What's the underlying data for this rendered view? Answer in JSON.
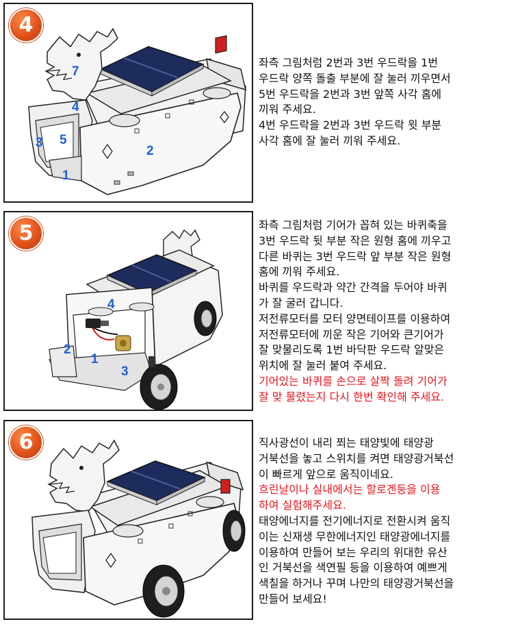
{
  "colors": {
    "badge": "#e0531b",
    "label": "#1f5fd6",
    "warning": "#e8141c",
    "text": "#111111",
    "border": "#1a1a1a"
  },
  "steps": [
    {
      "number": "4",
      "labels": [
        "7",
        "4",
        "3",
        "5",
        "2",
        "1"
      ],
      "lines": [
        "좌측 그림처럼 2번과 3번 우드락을 1번",
        "우드락 양쪽 돌출 부분에 잘 눌러 끼우면서",
        "5번 우드락을 2번과 3번 앞쪽 사각 홈에",
        "끼워 주세요.",
        "4번 우드락을 2번과 3번 우드락 윗 부분",
        "사각 홈에 잘 눌러 끼워 주세요."
      ],
      "warning_lines": []
    },
    {
      "number": "5",
      "labels": [
        "4",
        "2",
        "1",
        "3"
      ],
      "lines": [
        "좌측 그림처럼 기어가 꼽혀 있는 바퀴축을",
        "3번 우드락 뒷 부분 작은 원형 홈에 끼우고",
        "다른 바퀴는 3번 우드락 앞 부분 작은 원형",
        "홈에 끼워 주세요.",
        "바퀴를 우드락과 약간 간격을 두어야 바퀴",
        "가 잘 굴러 갑니다.",
        "저전류모터를 모터 양면테이프를 이용하여",
        "저전류모터에 끼운 작은 기어와 큰기어가",
        "잘 맞물리도록 1번 바닥판 우드락 알맞은",
        "위치에 잘 눌러 붙여 주세요."
      ],
      "warning_lines": [
        "기어있는 바퀴를 손으로 살짝 돌려 기어가",
        "잘 맞 물렸는지 다시 한번 확인해 주세요."
      ]
    },
    {
      "number": "6",
      "labels": [],
      "lines": [
        "직사광선이 내리 쬐는 태양빛에 태양광",
        "거북선을 놓고 스위치를 켜면 태양광거북선",
        "이 빠르게 앞으로 움직이네요."
      ],
      "warning_lines": [
        "흐린날이나 실내에서는 할로겐등을 이용",
        "하여 실험해주세요."
      ],
      "after_lines": [
        "태양에너지를 전기에너지로 전환시켜 움직",
        "이는 신재생 무한에너지인 태양광에너지를",
        "이용하여 만들어 보는 우리의 위대한 유산",
        "인 거북선을 색연필 등을 이용하여 예쁘게",
        "색칠을 하거나 꾸며 나만의 태양광거북선을",
        "만들어 보세요!"
      ]
    }
  ]
}
